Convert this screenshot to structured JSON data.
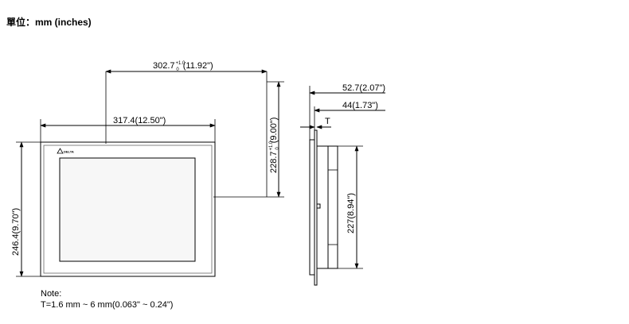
{
  "header": {
    "unit_title": "單位：mm (inches)"
  },
  "front_view": {
    "brand": "DELTA",
    "cutout_width_value": "302.7",
    "cutout_width_tol_upper": "+1.0",
    "cutout_width_tol_lower": "0",
    "cutout_width_inches": "(11.92\")",
    "panel_width": "317.4(12.50\")",
    "cutout_height_value": "228.7",
    "cutout_height_tol_upper": "+1.0",
    "cutout_height_tol_lower": "0",
    "cutout_height_inches": "(9.00\")",
    "panel_height": "246.4(9.70\")"
  },
  "side_view": {
    "total_depth": "52.7(2.07\")",
    "body_depth": "44(1.73\")",
    "thickness_label": "T",
    "body_height": "227(8.94\")"
  },
  "note": {
    "title": "Note:",
    "text": "T=1.6 mm ~ 6 mm(0.063\" ~ 0.24\")"
  }
}
